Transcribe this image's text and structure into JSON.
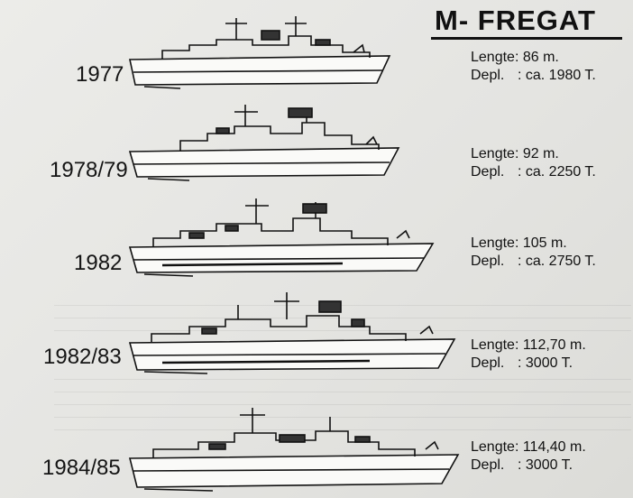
{
  "title": "M- FREGAT",
  "variants": [
    {
      "year": "1977",
      "length_label": "Lengte",
      "length": ": 86 m.",
      "displacement_label": "Depl.",
      "displacement": ": ca. 1980 T."
    },
    {
      "year": "1978/79",
      "length_label": "Lengte",
      "length": ": 92 m.",
      "displacement_label": "Depl.",
      "displacement": ": ca. 2250 T."
    },
    {
      "year": "1982",
      "length_label": "Lengte",
      "length": ": 105 m.",
      "displacement_label": "Depl.",
      "displacement": ": ca. 2750 T."
    },
    {
      "year": "1982/83",
      "length_label": "Lengte",
      "length": ": 112,70 m.",
      "displacement_label": "Depl.",
      "displacement": ": 3000 T."
    },
    {
      "year": "1984/85",
      "length_label": "Lengte",
      "length": ": 114,40 m.",
      "displacement_label": "Depl.",
      "displacement": ": 3000 T."
    }
  ]
}
